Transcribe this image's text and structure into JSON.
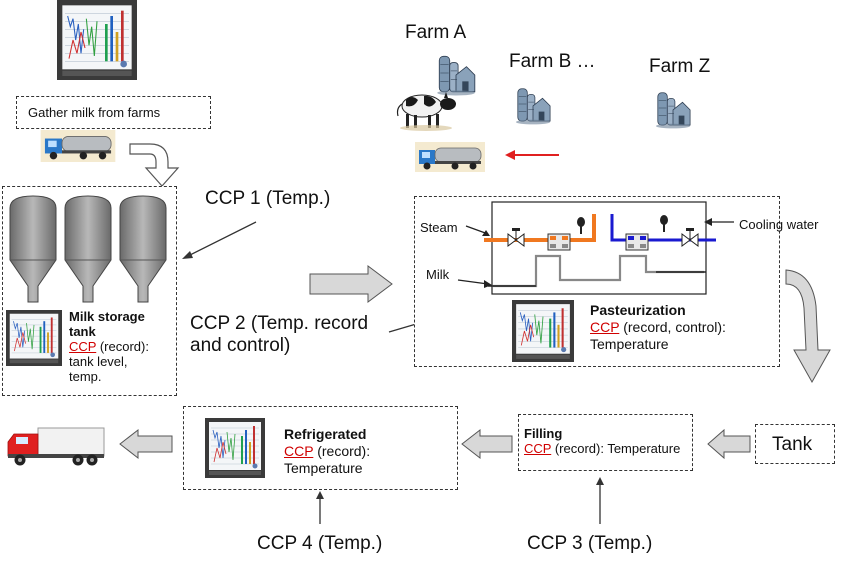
{
  "farms": {
    "farm_a": "Farm A",
    "farm_b": "Farm B …",
    "farm_z": "Farm Z"
  },
  "gather": {
    "label": "Gather milk from farms"
  },
  "storage": {
    "title_line1": "Milk storage",
    "title_line2": "tank",
    "ccp": "CCP",
    "detail_line1": " (record):",
    "detail_line2": "tank level,",
    "detail_line3": "temp."
  },
  "pasteurization": {
    "title": "Pasteurization",
    "ccp": "CCP",
    "detail_line1": " (record, control):",
    "detail_line2": "Temperature",
    "steam_label": "Steam",
    "milk_label": "Milk",
    "cooling_label": "Cooling water"
  },
  "filling": {
    "title": "Filling",
    "ccp": "CCP",
    "detail": " (record): Temperature"
  },
  "tank": {
    "label": "Tank"
  },
  "refrigerated": {
    "title": "Refrigerated",
    "ccp": "CCP",
    "detail_line1": " (record):",
    "detail_line2": "Temperature"
  },
  "ccp_labels": {
    "ccp1": "CCP 1 (Temp.)",
    "ccp2_line1": "CCP 2 (Temp. record",
    "ccp2_line2": "and control)",
    "ccp3": "CCP 3 (Temp.)",
    "ccp4": "CCP 4 (Temp.)"
  },
  "colors": {
    "ccp_red": "#d00000",
    "steam_orange": "#f07820",
    "cooling_blue": "#1a1ad0",
    "arrow_gray": "#d8d8d8",
    "truck_red": "#e02020"
  },
  "icons": [
    "recorder-icon",
    "tanker-truck-icon",
    "silo-icon",
    "cow-icon",
    "farm-building-icon",
    "heat-exchanger-icon",
    "valve-icon",
    "delivery-truck-icon"
  ]
}
